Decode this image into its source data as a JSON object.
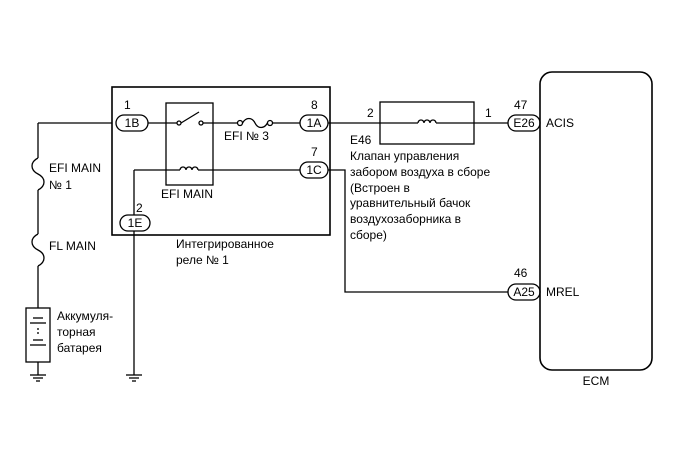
{
  "relay": {
    "label_line1": "Интегрированное",
    "label_line2": "реле № 1",
    "fuse_label": "EFI № 3",
    "coil_label": "EFI MAIN",
    "connectors": {
      "b": {
        "pin": "1",
        "code": "1B"
      },
      "a": {
        "pin": "8",
        "code": "1A"
      },
      "c": {
        "pin": "7",
        "code": "1C"
      },
      "e": {
        "pin": "2",
        "code": "1E"
      }
    }
  },
  "left_circuit": {
    "fuse1_line1": "EFI MAIN",
    "fuse1_line2": "№ 1",
    "fuse2": "FL MAIN",
    "battery_line1": "Аккумуля-",
    "battery_line2": "торная",
    "battery_line3": "батарея"
  },
  "valve": {
    "id": "E46",
    "pin_left": "2",
    "pin_right": "1",
    "desc": [
      "Клапан управления",
      "забором воздуха в сборе",
      "(Встроен в",
      "уравнительный бачок",
      "воздухозаборника в",
      "сборе)"
    ]
  },
  "ecm": {
    "label": "ECM",
    "acis": {
      "pin": "47",
      "code": "E26",
      "signal": "ACIS"
    },
    "mrel": {
      "pin": "46",
      "code": "A25",
      "signal": "MREL"
    }
  }
}
